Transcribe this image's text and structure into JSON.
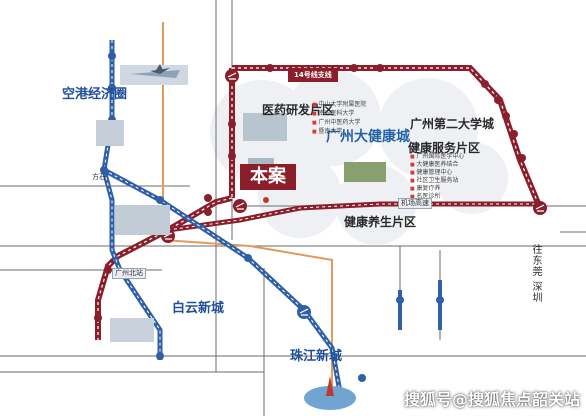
{
  "districts": {
    "airport": "空港经济圈",
    "baiyun": "白云新城",
    "zhujiang": "珠江新城"
  },
  "zones": {
    "medical": "医药研发片区",
    "third": "广州第二大学城",
    "health_service": "健康服务片区",
    "health_care": "健康养生片区",
    "big_health_city": "广州大健康城"
  },
  "project": {
    "label": "本案"
  },
  "lines": {
    "line14": "14号线支线"
  },
  "roads": {
    "beijiao": "广州北站",
    "jichang": "机场高速"
  },
  "stations": {
    "fanglong": "方石"
  },
  "directions": {
    "dongguan": "往东莞 深圳"
  },
  "health_service_items": [
    "广州国际医学中心",
    "大健康医养结合",
    "健康管理中心",
    "社区卫生服务站",
    "康复疗养",
    "名医诊所"
  ],
  "medical_items": [
    "中山大学附属医院",
    "南方医科大学",
    "广州中医药大学",
    "暨南大学"
  ],
  "watermark": "搜狐号@搜狐焦点韶关站",
  "colors": {
    "metro_red": "#8a1f2b",
    "metro_blue": "#2f5fa7",
    "road_orange": "#e39a5b",
    "accent_red": "#c0392b"
  },
  "icons": [
    "metro-station-icon",
    "airplane-icon",
    "tower-icon"
  ]
}
